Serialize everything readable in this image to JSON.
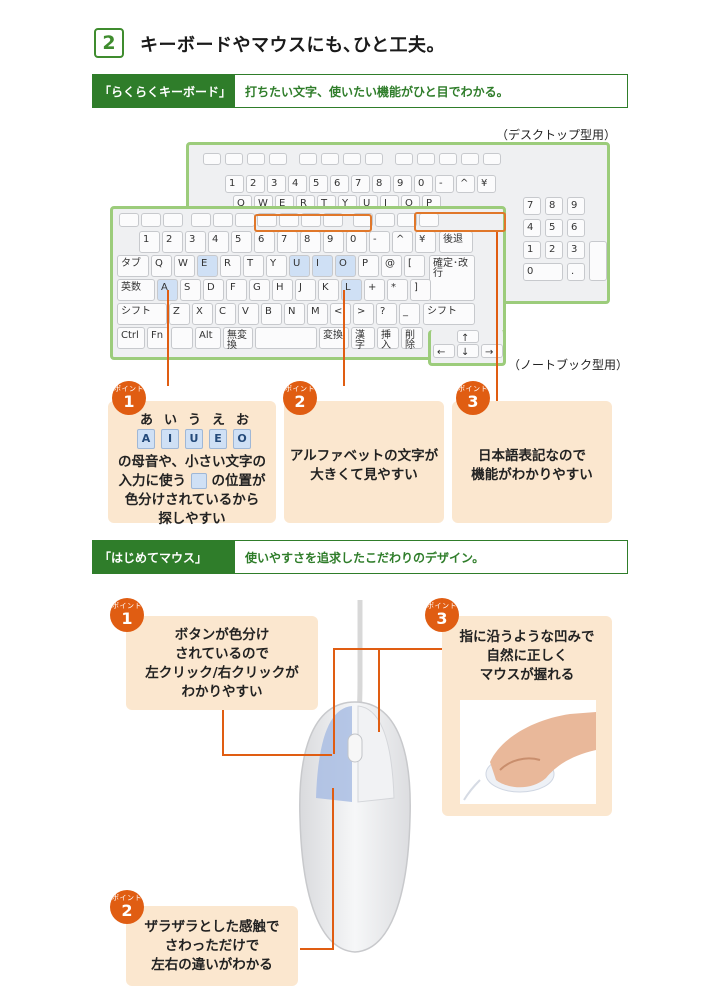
{
  "header": {
    "number": "2",
    "title": "キーボードやマウスにも､ひと工夫。"
  },
  "keyboard_section": {
    "tag": "「らくらくキーボード」",
    "description": "打ちたい文字、使いたい機能がひと目でわかる。",
    "desktop_caption": "（デスクトップ型用）",
    "notebook_caption": "（ノートブック型用）",
    "point_label": "ポイント",
    "points": [
      {
        "number": "1",
        "kana": [
          "あ",
          "い",
          "う",
          "え",
          "お"
        ],
        "vowels": [
          "A",
          "I",
          "U",
          "E",
          "O"
        ],
        "text_line1": "の母音や、小さい文字の",
        "text_line2a": "入力に使う",
        "text_line2b": "の位置が",
        "text_line3": "色分けされているから",
        "text_line4": "探しやすい"
      },
      {
        "number": "2",
        "text_line1": "アルファベットの文字が",
        "text_line2": "大きくて見やすい"
      },
      {
        "number": "3",
        "text_line1": "日本語表記なので",
        "text_line2": "機能がわかりやすい"
      }
    ]
  },
  "mouse_section": {
    "tag": "「はじめてマウス」",
    "description": "使いやすさを追求したこだわりのデザイン。",
    "point_label": "ポイント",
    "points": [
      {
        "number": "1",
        "lines": [
          "ボタンが色分け",
          "されているので",
          "左クリック/右クリックが",
          "わかりやすい"
        ]
      },
      {
        "number": "2",
        "lines": [
          "ザラザラとした感触で",
          "さわっただけで",
          "左右の違いがわかる"
        ]
      },
      {
        "number": "3",
        "lines": [
          "指に沿うような凹みで",
          "自然に正しく",
          "マウスが握れる"
        ]
      }
    ]
  },
  "keyboard_keys": {
    "notebook_row1": [
      "1",
      "2",
      "3",
      "4",
      "5",
      "6",
      "7",
      "8",
      "9",
      "0",
      "-",
      "^",
      "¥"
    ],
    "notebook_row2": [
      "Q",
      "W",
      "E",
      "R",
      "T",
      "Y",
      "U",
      "I",
      "O",
      "P",
      "@",
      "["
    ],
    "notebook_row3": [
      "A",
      "S",
      "D",
      "F",
      "G",
      "H",
      "J",
      "K",
      "L",
      "+",
      "*",
      "]"
    ],
    "notebook_row4": [
      "Z",
      "X",
      "C",
      "V",
      "B",
      "N",
      "M",
      "<",
      ">",
      "?",
      "_"
    ],
    "blue_keys": [
      "A",
      "I",
      "U",
      "E",
      "O",
      "L"
    ],
    "labels": {
      "tab": "タブ",
      "caps": "英数",
      "shift_left": "シフト",
      "shift_right": "シフト",
      "enter": "確定･改行",
      "backspace": "後退",
      "ctrl": "Ctrl",
      "fn": "Fn",
      "alt": "Alt",
      "muhenkan": "無変換",
      "henkan": "変換",
      "insert": "挿入",
      "delete": "削除",
      "ime": "漢字"
    },
    "desktop_row1": [
      "1",
      "2",
      "3",
      "4",
      "5",
      "6",
      "7",
      "8",
      "9",
      "0",
      "-",
      "^",
      "¥"
    ],
    "desktop_row2": [
      "Q",
      "W",
      "E",
      "R",
      "T",
      "Y",
      "U",
      "I",
      "O",
      "P"
    ],
    "numpad": [
      "7",
      "8",
      "9",
      "4",
      "5",
      "6",
      "1",
      "2",
      "3",
      "0",
      "."
    ]
  },
  "colors": {
    "green": "#2f7d2a",
    "orange": "#e05d12",
    "card": "#fbe7cf",
    "blue_key": "#cfe0f5"
  }
}
